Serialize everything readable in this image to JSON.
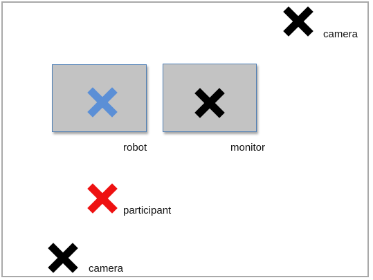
{
  "labels": {
    "camera_top": "camera",
    "robot": "robot",
    "monitor": "monitor",
    "participant": "participant",
    "camera_bottom": "camera"
  },
  "markers": {
    "camera_top": {
      "icon": "cross-icon",
      "color": "#000000"
    },
    "robot": {
      "icon": "cross-icon",
      "color": "#5b8fd6"
    },
    "monitor": {
      "icon": "cross-icon",
      "color": "#000000"
    },
    "participant": {
      "icon": "cross-icon",
      "color": "#ee1111"
    },
    "camera_bottom": {
      "icon": "cross-icon",
      "color": "#000000"
    }
  },
  "colors": {
    "box_fill": "#c3c3c3",
    "box_border": "#4f7fb5",
    "frame_border": "#a9a9a9"
  }
}
